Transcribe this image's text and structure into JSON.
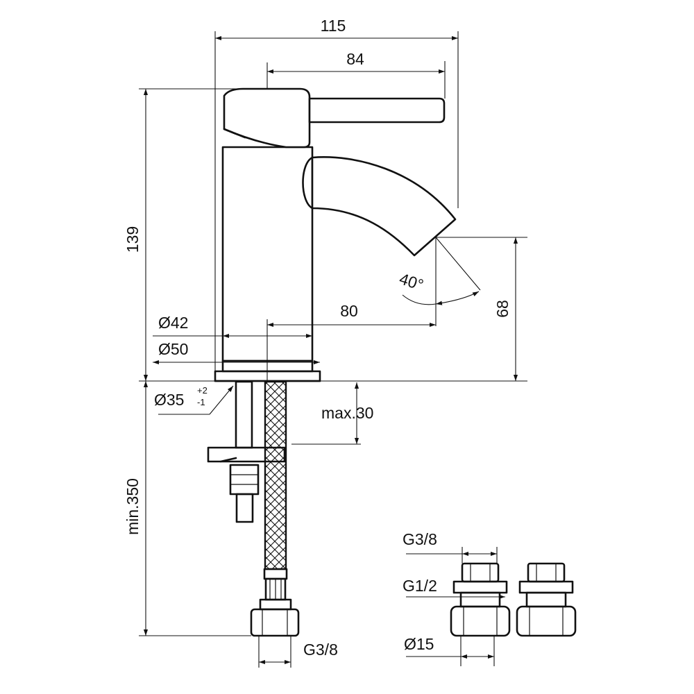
{
  "dimensions": {
    "overall_width": "115",
    "lever_reach": "84",
    "height": "139",
    "spout_height": "68",
    "spout_reach": "80",
    "spray_angle": "40°",
    "body_diameter": "Ø42",
    "base_diameter": "Ø50",
    "hole_diameter": "Ø35",
    "hole_tolerance_upper": "+2",
    "hole_tolerance_lower": "-1",
    "max_deck_thickness": "max.30",
    "min_hose_length": "min.350",
    "hose_connection": "G3/8"
  },
  "adapters": {
    "thread_top": "G3/8",
    "thread_middle": "G1/2",
    "pipe_diameter": "Ø15"
  }
}
